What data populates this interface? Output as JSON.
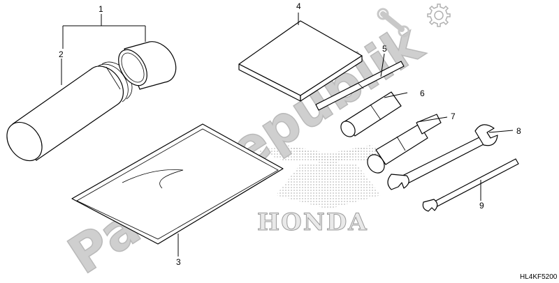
{
  "watermark": {
    "text": "PartsRepublik"
  },
  "brand_logo": {
    "text": "HONDA"
  },
  "diagram_code": "HL4KF5200",
  "callouts": [
    "1",
    "2",
    "3",
    "4",
    "5",
    "6",
    "7",
    "8",
    "9"
  ],
  "icons": {
    "gear": "gear-icon"
  }
}
